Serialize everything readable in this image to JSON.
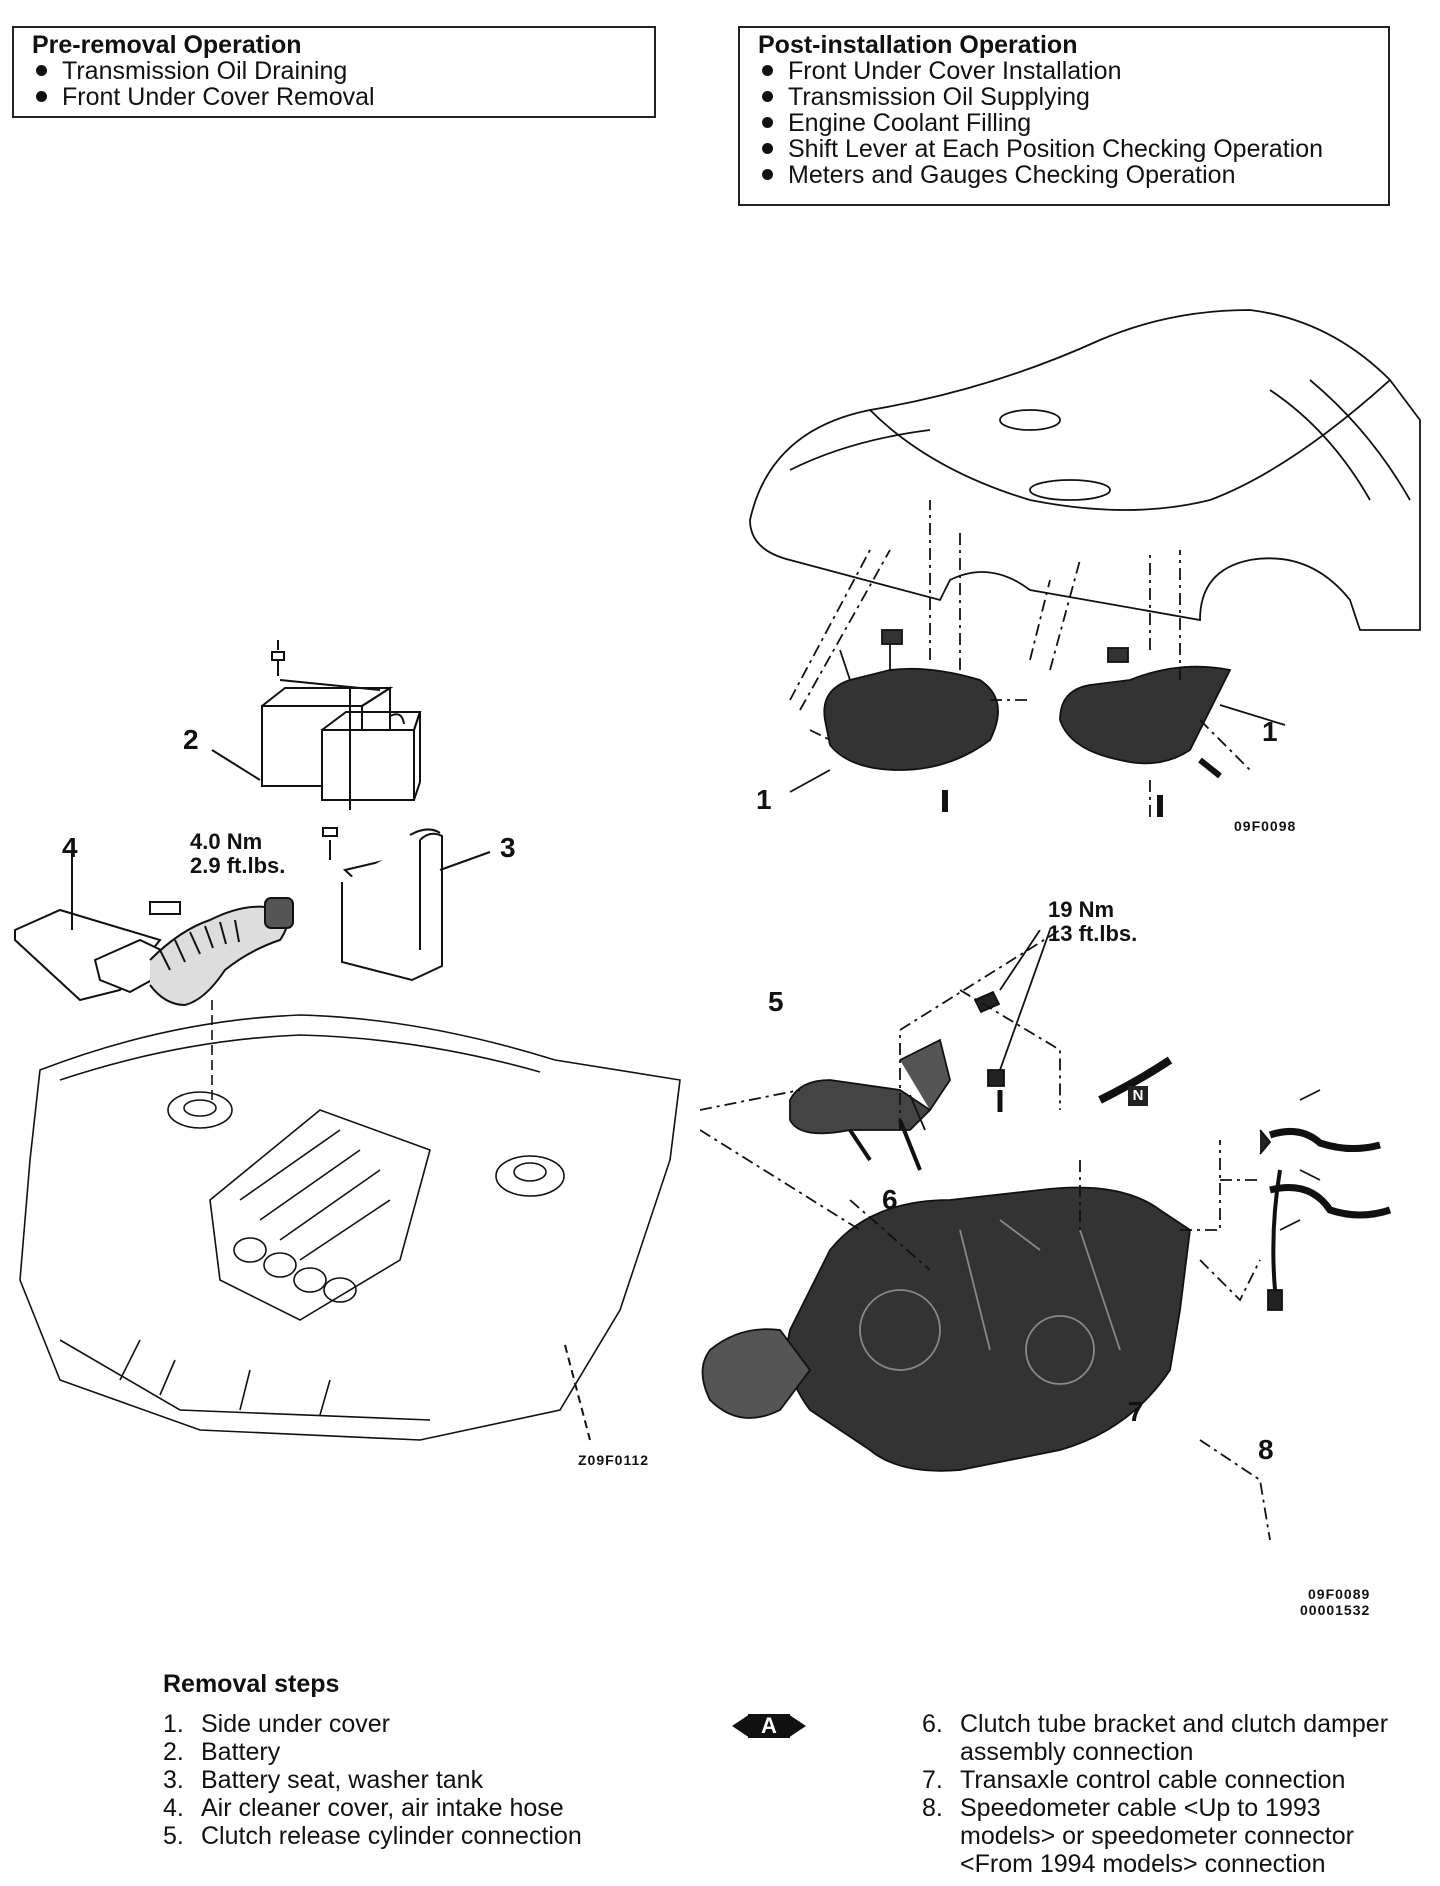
{
  "pre_removal": {
    "title": "Pre-removal Operation",
    "items": [
      "Transmission Oil Draining",
      "Front Under Cover Removal"
    ]
  },
  "post_installation": {
    "title": "Post-installation Operation",
    "items": [
      "Front Under Cover Installation",
      "Transmission Oil Supplying",
      "Engine Coolant Filling",
      "Shift Lever at Each Position Checking Operation",
      "Meters and Gauges Checking Operation"
    ]
  },
  "diagram_left": {
    "callouts": [
      "2",
      "4",
      "3"
    ],
    "torque": [
      "4.0 Nm",
      "2.9 ft.lbs."
    ],
    "code": "Z09F0112"
  },
  "diagram_top_right": {
    "callouts": [
      "1",
      "1"
    ],
    "code": "09F0098"
  },
  "diagram_bottom_right": {
    "callouts": [
      "5",
      "6",
      "7",
      "8"
    ],
    "torque": [
      "19 Nm",
      "13 ft.lbs."
    ],
    "badge": "N",
    "codes": [
      "09F0089",
      "00001532"
    ]
  },
  "removal_steps": {
    "title": "Removal steps",
    "ref_marker": "A",
    "left": [
      {
        "num": "1.",
        "text": "Side under cover"
      },
      {
        "num": "2.",
        "text": "Battery"
      },
      {
        "num": "3.",
        "text": "Battery seat, washer tank"
      },
      {
        "num": "4.",
        "text": "Air cleaner cover, air intake hose"
      },
      {
        "num": "5.",
        "text": "Clutch release cylinder connection"
      }
    ],
    "right": [
      {
        "num": "6.",
        "text": "Clutch tube bracket and clutch damper assembly connection"
      },
      {
        "num": "7.",
        "text": "Transaxle control cable connection"
      },
      {
        "num": "8.",
        "text": "Speedometer cable <Up to 1993 models> or speedometer connector <From 1994 models> connection"
      }
    ]
  }
}
